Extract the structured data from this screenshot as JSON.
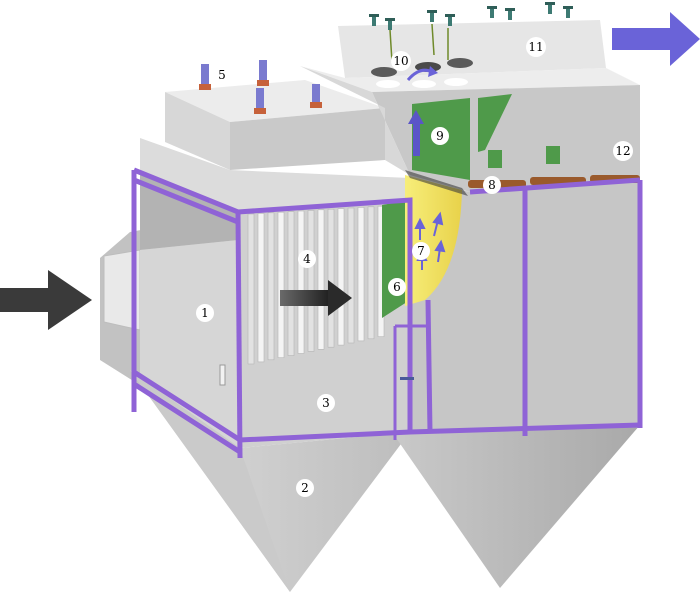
{
  "diagram": {
    "callouts": [
      {
        "id": "c1",
        "label": "1"
      },
      {
        "id": "c2",
        "label": "2"
      },
      {
        "id": "c3",
        "label": "3"
      },
      {
        "id": "c4",
        "label": "4"
      },
      {
        "id": "c5",
        "label": "5"
      },
      {
        "id": "c6",
        "label": "6"
      },
      {
        "id": "c7",
        "label": "7"
      },
      {
        "id": "c8",
        "label": "8"
      },
      {
        "id": "c9",
        "label": "9"
      },
      {
        "id": "c10",
        "label": "10"
      },
      {
        "id": "c11",
        "label": "11"
      },
      {
        "id": "c12",
        "label": "12"
      }
    ],
    "colors": {
      "frame": "#8f63d6",
      "inlet_arrow": "#3a3a3a",
      "outlet_arrow": "#6a63d8",
      "filter_green": "#4f9a4a",
      "filter_yellow": "#f4e65c",
      "steel_light": "#e3e3e3",
      "steel_mid": "#cfcfcf",
      "steel_dark": "#b9b9b9",
      "bag_plate": "#9a5a2c",
      "valve_pipe": "#7a7acf",
      "valve_base": "#c6613a"
    }
  }
}
